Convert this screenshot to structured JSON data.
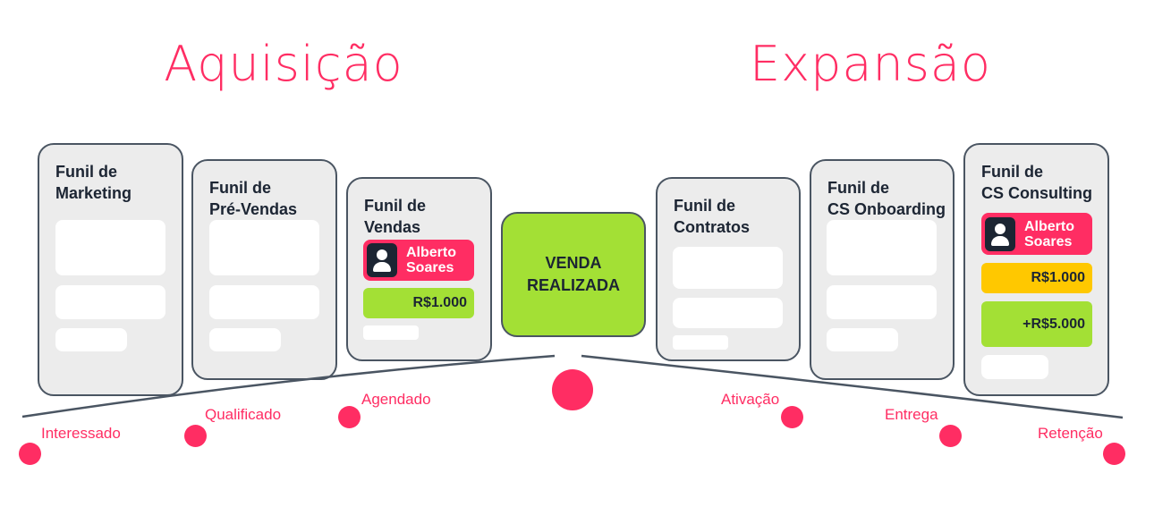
{
  "headings": {
    "left": "Aquisição",
    "right": "Expansão"
  },
  "cards": {
    "marketing": {
      "title": "Funil de\nMarketing"
    },
    "pre_vendas": {
      "title": "Funil de\nPré-Vendas"
    },
    "vendas": {
      "title": "Funil de\nVendas",
      "owner": "Alberto\nSoares",
      "value": "R$1.000"
    },
    "venda_realizada": {
      "title": "VENDA\nREALIZADA"
    },
    "contratos": {
      "title": "Funil de\nContratos"
    },
    "cs_onboarding": {
      "title": "Funil de\nCS Onboarding"
    },
    "cs_consulting": {
      "title": "Funil de\nCS Consulting",
      "owner": "Alberto\nSoares",
      "value": "R$1.000",
      "expansion": "+R$5.000"
    }
  },
  "stages": [
    "Interessado",
    "Qualificado",
    "Agendado",
    "Ativação",
    "Entrega",
    "Retenção"
  ],
  "colors": {
    "accent": "#ff2d63",
    "green": "#a3e035",
    "yellow": "#ffc800",
    "dark": "#1c2533"
  }
}
